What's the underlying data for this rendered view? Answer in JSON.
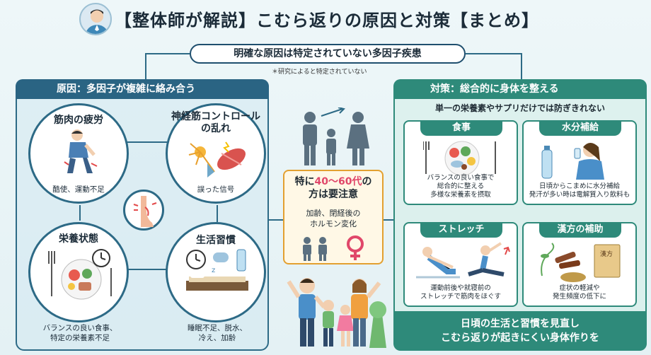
{
  "title": "【整体師が解説】こむら返りの原因と対策【まとめ】",
  "subtitle": "明確な原因は特定されていない多因子疾患",
  "note": "＊研究によると特定されていない",
  "causes": {
    "header": "原因：多因子が複雑に絡み合う",
    "items": [
      {
        "title": "筋肉の疲労",
        "caption": "酷使、運動不足"
      },
      {
        "title": "神経筋コントロール\nの乱れ",
        "caption": "誤った信号"
      },
      {
        "title": "栄養状態",
        "caption": "バランスの良い食事、\n特定の栄養素不足"
      },
      {
        "title": "生活習慣",
        "caption": "睡眠不足、脱水、\n冷え、加齢"
      }
    ]
  },
  "attention": {
    "line1_pre": "特に",
    "line1_highlight": "40〜60代",
    "line1_post": "の",
    "line2": "方は要注意",
    "sub": "加齢、閉経後の\nホルモン変化"
  },
  "measures": {
    "header": "対策：総合的に身体を整える",
    "sub": "単一の栄養素やサプリだけでは防ぎきれない",
    "cards": [
      {
        "tag": "食事",
        "caption": "バランスの良い食事で\n総合的に整える\n多様な栄養素を摂取"
      },
      {
        "tag": "水分補給",
        "caption": "日頃からこまめに水分補給\n発汗が多い時は電解質入り飲料も"
      },
      {
        "tag": "ストレッチ",
        "caption": "運動前後や就寝前の\nストレッチで筋肉をほぐす"
      },
      {
        "tag": "漢方の補助",
        "caption": "症状の軽減や\n発生頻度の低下に"
      }
    ],
    "banner": "日頃の生活と習慣を見直し\nこむら返りが起きにくい身体作りを",
    "kanpo_label": "漢方"
  },
  "colors": {
    "navy": "#2a6483",
    "teal": "#2e8a7a",
    "accent": "#e0476a",
    "orange": "#e3a030"
  }
}
